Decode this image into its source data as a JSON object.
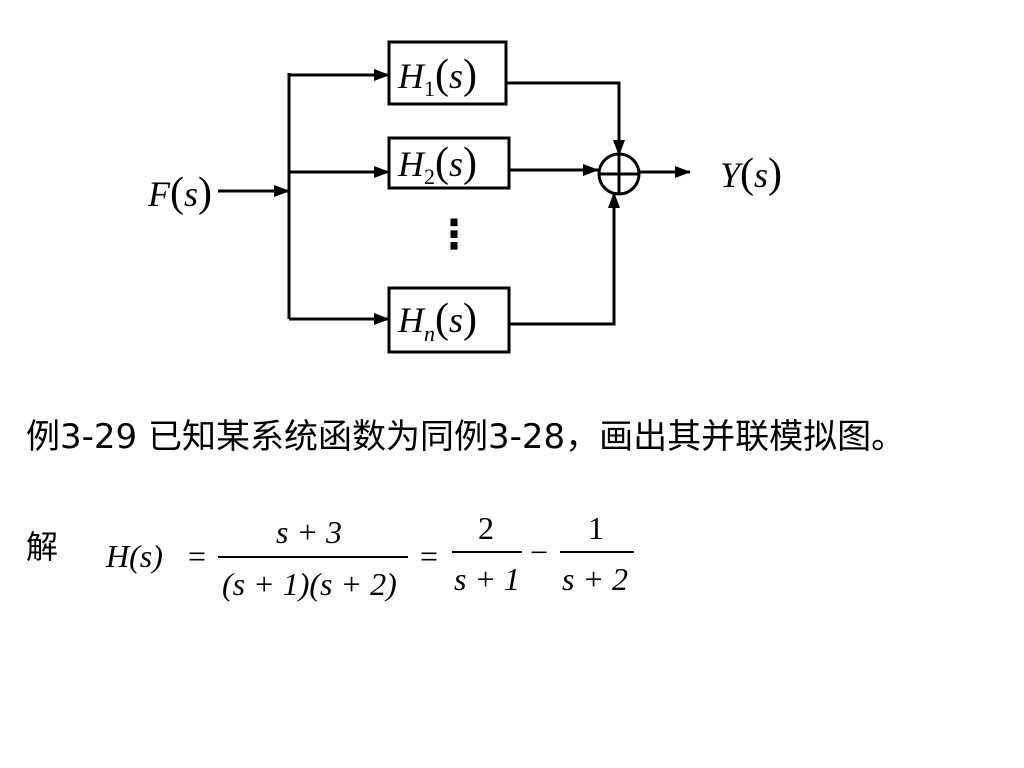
{
  "diagram": {
    "input": {
      "name": "F",
      "arg": "s"
    },
    "output": {
      "name": "Y",
      "arg": "s"
    },
    "blocks": [
      {
        "name": "H",
        "sub": "1",
        "arg": "s"
      },
      {
        "name": "H",
        "sub": "2",
        "arg": "s"
      },
      {
        "name": "H",
        "sub": "n",
        "arg": "s"
      }
    ],
    "ellipsis": "⋮"
  },
  "text": {
    "example": "例3-29 已知某系统函数为同例3-28，画出其并联模拟图。",
    "solution_label": "解"
  },
  "equation": {
    "lhs": "H(s)",
    "eq1": "=",
    "frac1_num": "s + 3",
    "frac1_den": "(s + 1)(s + 2)",
    "eq2": "=",
    "frac2_num": "2",
    "frac2_den": "s + 1",
    "minus": "−",
    "frac3_num": "1",
    "frac3_den": "s + 2"
  }
}
